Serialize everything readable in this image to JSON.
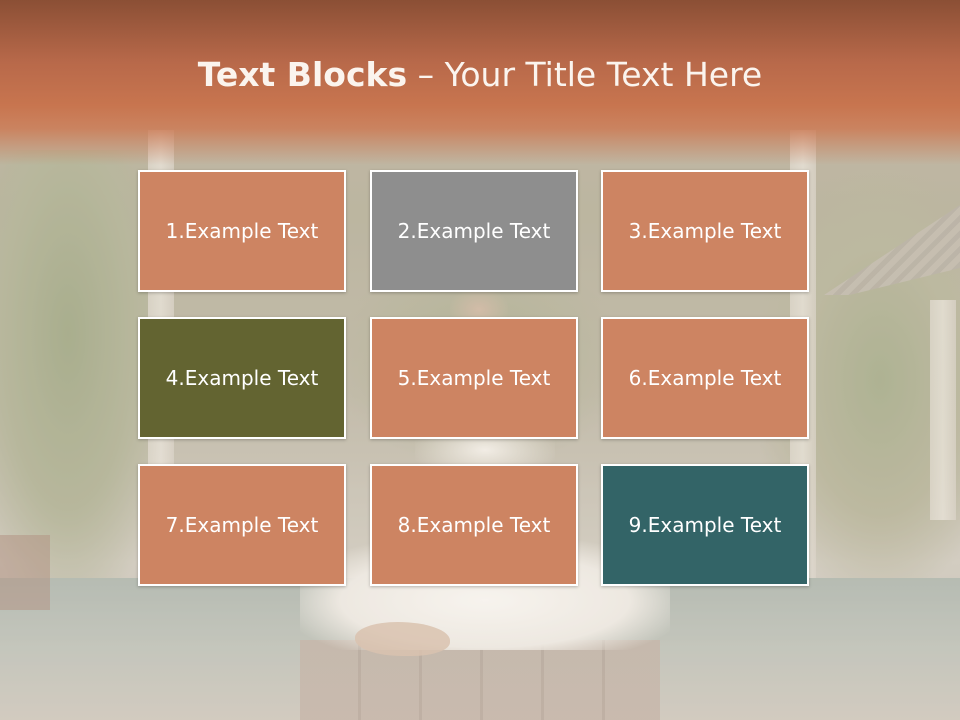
{
  "slide": {
    "title_bold": "Text Blocks",
    "title_dash": " – ",
    "title_rest": "Your Title Text Here"
  },
  "blocks": [
    {
      "text": "1.Example Text",
      "color": "#cd8462"
    },
    {
      "text": "2.Example Text",
      "color": "#8e8e8e"
    },
    {
      "text": "3.Example Text",
      "color": "#cd8462"
    },
    {
      "text": "4.Example Text",
      "color": "#636431"
    },
    {
      "text": "5.Example Text",
      "color": "#cd8462"
    },
    {
      "text": "6.Example Text",
      "color": "#cd8462"
    },
    {
      "text": "7.Example Text",
      "color": "#cd8462"
    },
    {
      "text": "8.Example Text",
      "color": "#cd8462"
    },
    {
      "text": "9.Example Text",
      "color": "#336467"
    }
  ],
  "theme": {
    "header_color": "#c0704d",
    "border_color": "#ffffff"
  }
}
